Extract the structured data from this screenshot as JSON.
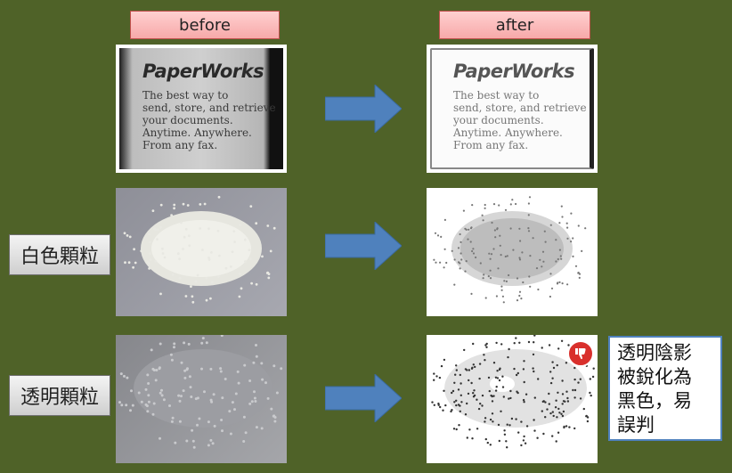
{
  "headers": {
    "before": "before",
    "after": "after"
  },
  "rows": [
    {
      "label": ""
    },
    {
      "label": "白色顆粒"
    },
    {
      "label": "透明顆粒"
    }
  ],
  "paperworks": {
    "title": "PaperWorks",
    "body": "The best way to\nsend, store, and retrieve\nyour documents.\nAnytime. Anywhere.\nFrom any fax."
  },
  "note": "透明陰影\n被銳化為\n黑色，易\n誤判",
  "icons": {
    "arrow": "right-arrow-icon",
    "warning": "thumbs-down-icon"
  },
  "colors": {
    "background": "#4f6228",
    "arrow": "#4f81bd",
    "header": "#f7a9a9",
    "sign": "#d9302c"
  }
}
